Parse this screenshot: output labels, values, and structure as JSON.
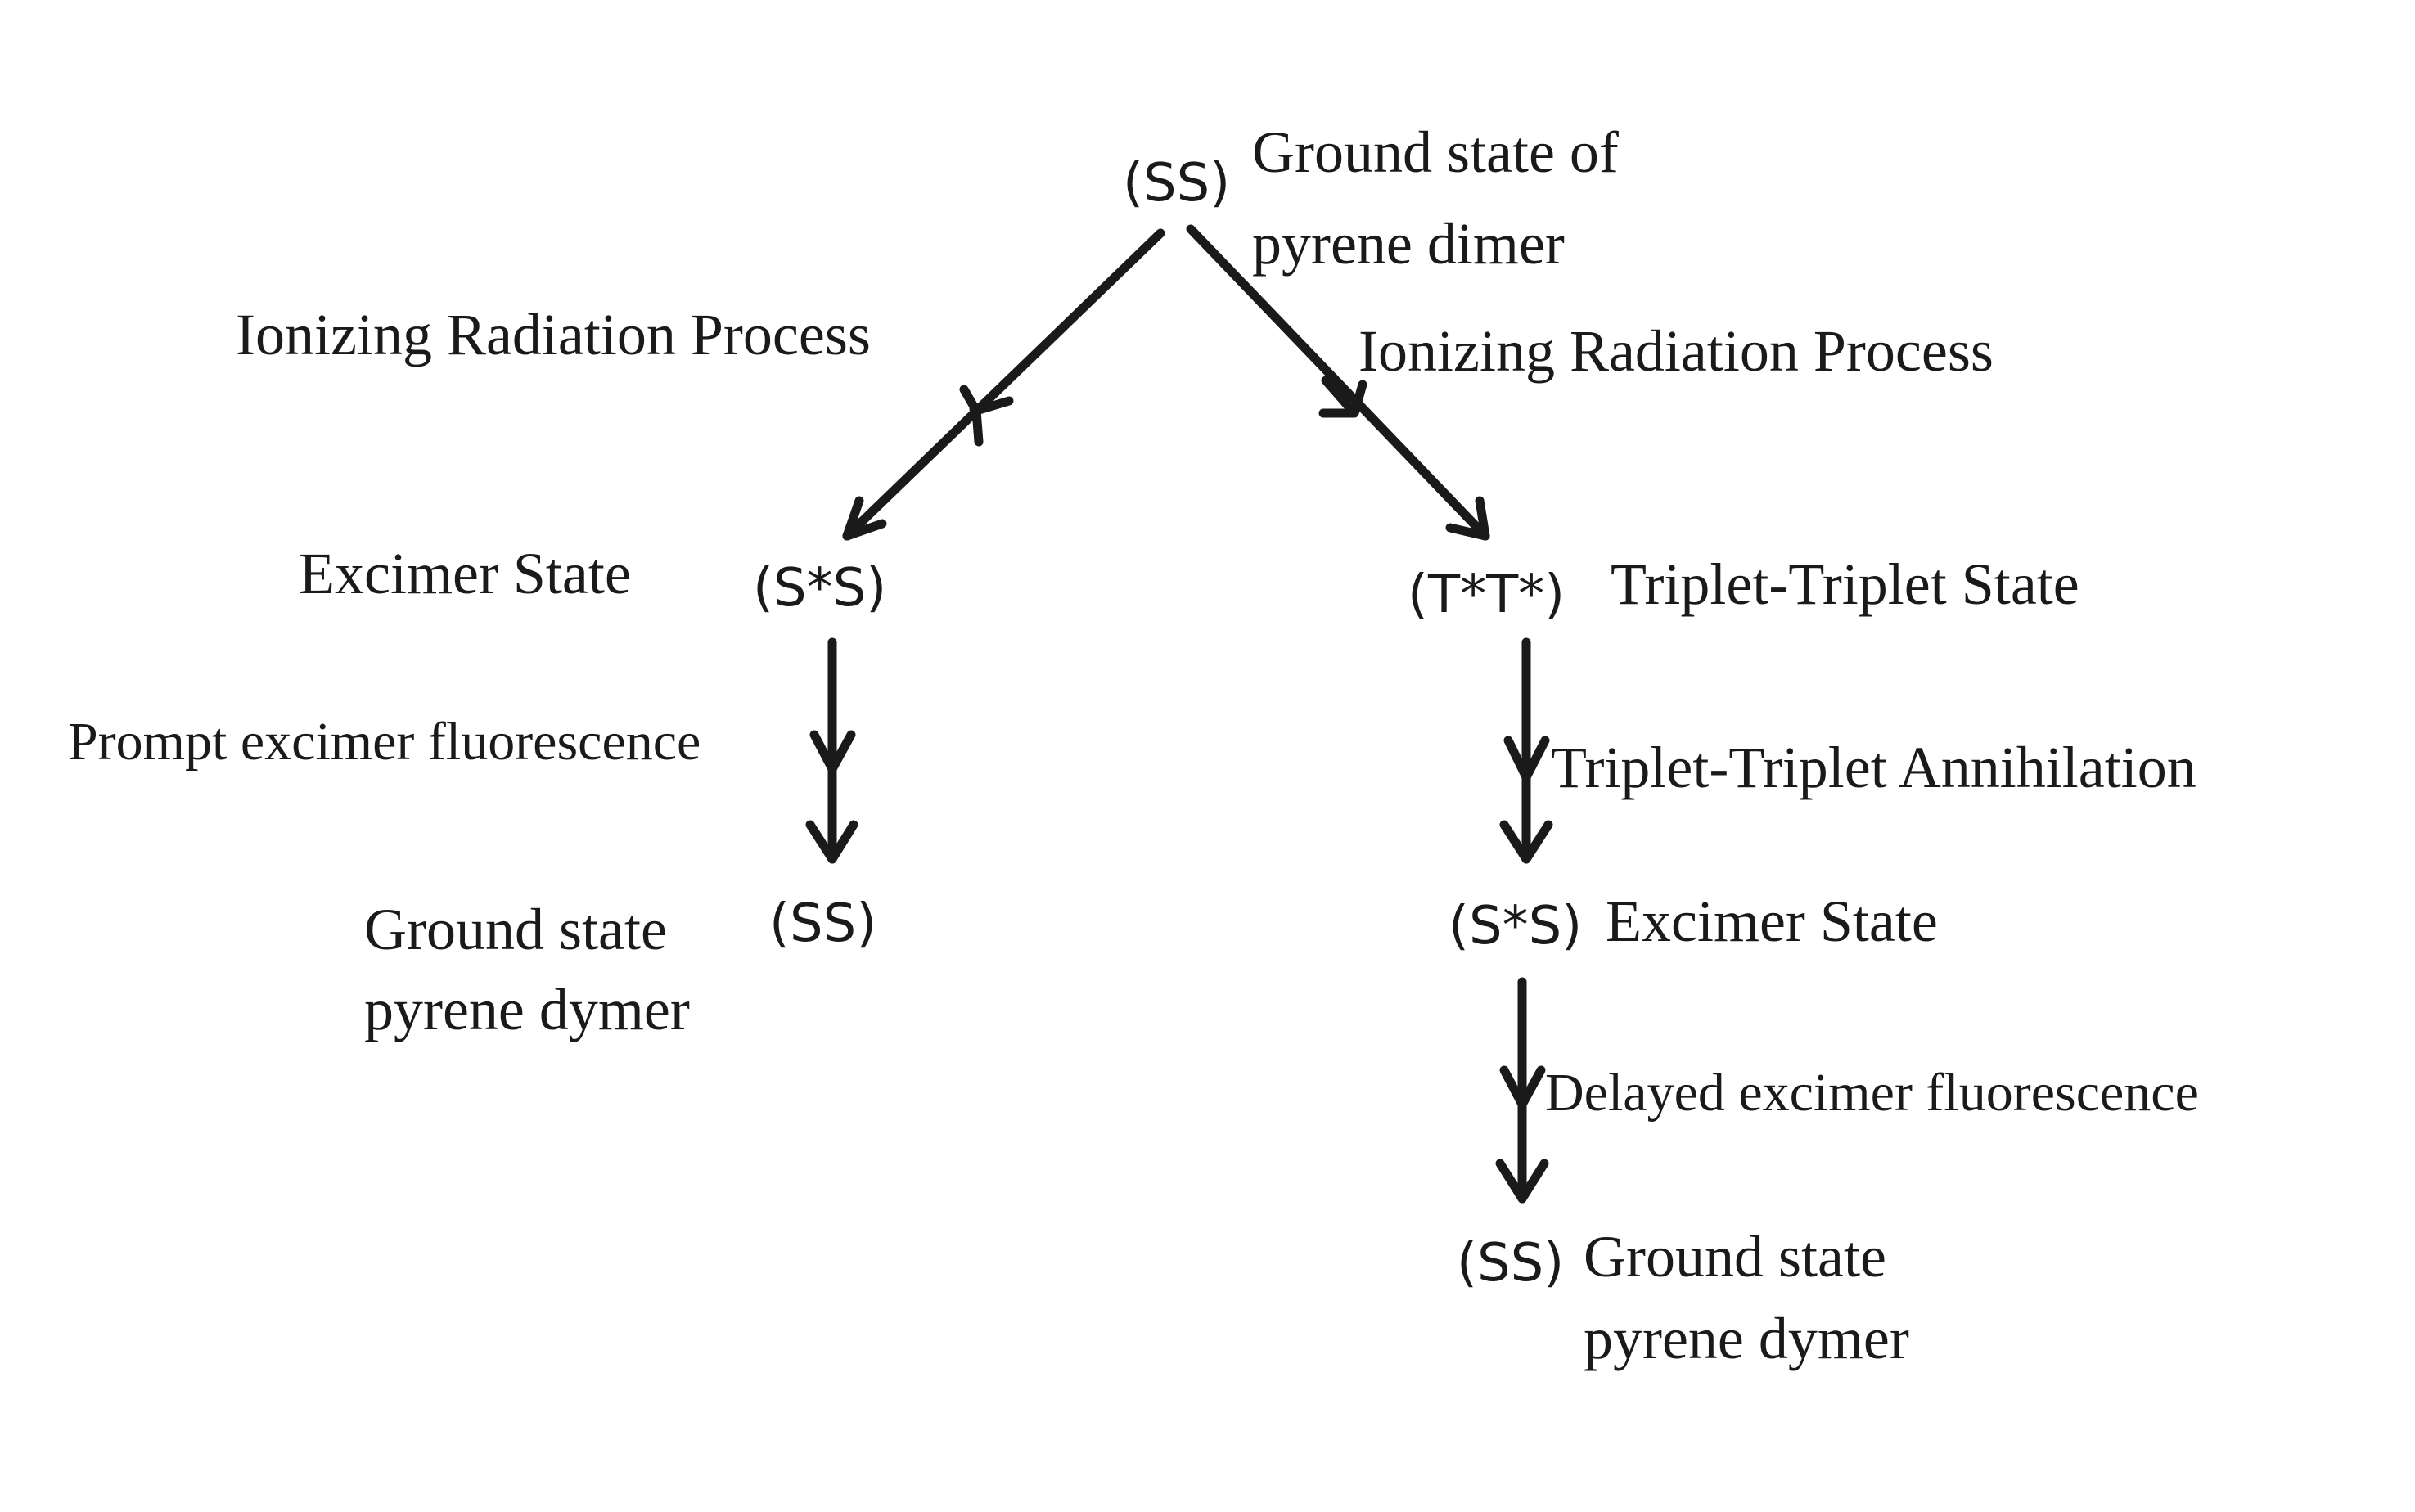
{
  "nodes": {
    "top_symbol": "(SS)",
    "top_label_line1": "Ground state of",
    "top_label_line2": "pyrene dimer",
    "left_excimer_symbol": "(S*S)",
    "left_excimer_label": "Excimer State",
    "left_ground_symbol": "(SS)",
    "left_ground_label_line1": "Ground state",
    "left_ground_label_line2": "pyrene dymer",
    "right_triplet_symbol": "(T*T*)",
    "right_triplet_label": "Triplet-Triplet State",
    "right_excimer_symbol": "(S*S)",
    "right_excimer_label": "Excimer State",
    "right_ground_symbol": "(SS)",
    "right_ground_label_line1": "Ground state",
    "right_ground_label_line2": "pyrene dymer"
  },
  "edges": {
    "left_ionizing": "Ionizing Radiation Process",
    "right_ionizing": "Ionizing Radiation Process",
    "prompt_fluorescence": "Prompt excimer fluorescence",
    "triplet_annihilation": "Triplet-Triplet Annihilation",
    "delayed_fluorescence": "Delayed excimer fluorescence"
  }
}
